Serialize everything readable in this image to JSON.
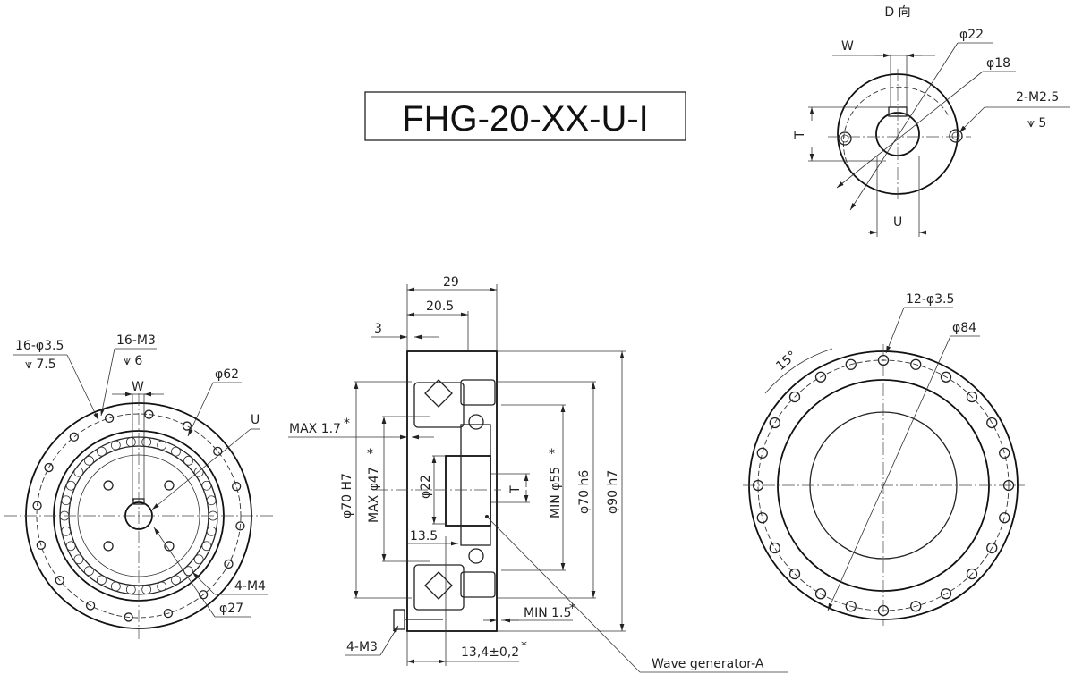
{
  "title": "FHG-20-XX-U-I",
  "view_d": {
    "label": "D 向",
    "w": "W",
    "t": "T",
    "u": "U",
    "phi22": "φ22",
    "phi18": "φ18",
    "m25": "2-M2.5",
    "m25_depth": "⩛ 5"
  },
  "front_view": {
    "holes": "16-φ3.5",
    "holes_depth": "⩛ 7.5",
    "threads": "16-M3",
    "threads_depth": "⩛ 6",
    "w": "W",
    "phi62": "φ62",
    "u": "U",
    "m4": "4-M4",
    "phi27": "φ27"
  },
  "section_view": {
    "d29": "29",
    "d205": "20.5",
    "d3": "3",
    "max17": "MAX 1.7",
    "star": "*",
    "phi70h7": "φ70 H7",
    "max47": "MAX φ47",
    "phi22": "φ22",
    "t": "T",
    "min55": "MIN φ55",
    "phi70h6": "φ70 h6",
    "phi90h7": "φ90 h7",
    "d135": "13.5",
    "min15": "MIN 1.5",
    "m3": "4-M3",
    "d134": "13,4±0,2",
    "wave": "Wave generator-A"
  },
  "rear_view": {
    "holes": "12-φ3.5",
    "phi84": "φ84",
    "angle": "15°"
  }
}
